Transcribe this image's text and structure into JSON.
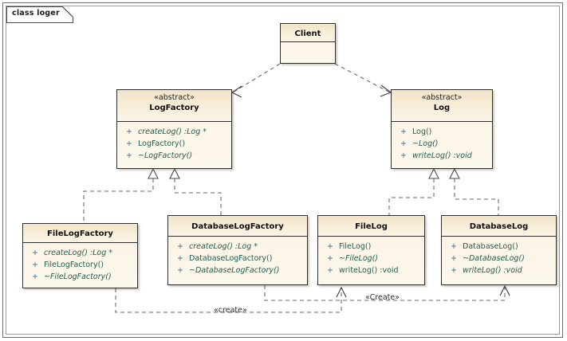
{
  "frame": {
    "label": "class loger"
  },
  "palette": {
    "box_fill_top": "#fbf2e2",
    "box_fill_bottom": "#fdf8ed",
    "header_fill": "#f2e3c8",
    "border": "#2f2f2f",
    "method_text": "#1e5f52",
    "visibility_text": "#3e6f86",
    "connector": "#6a6a6a",
    "canvas": "#ffffff"
  },
  "classes": [
    {
      "id": "client",
      "name": "Client",
      "stereotype": "",
      "members": []
    },
    {
      "id": "logfactory",
      "name": "LogFactory",
      "stereotype": "«abstract»",
      "members": [
        {
          "visibility": "+",
          "signature": "createLog() :Log *",
          "abstract": true
        },
        {
          "visibility": "+",
          "signature": "LogFactory()",
          "abstract": false
        },
        {
          "visibility": "+",
          "signature": "~LogFactory()",
          "abstract": true
        }
      ]
    },
    {
      "id": "log",
      "name": "Log",
      "stereotype": "«abstract»",
      "members": [
        {
          "visibility": "+",
          "signature": "Log()",
          "abstract": false
        },
        {
          "visibility": "+",
          "signature": "~Log()",
          "abstract": true
        },
        {
          "visibility": "+",
          "signature": "writeLog() :void",
          "abstract": true
        }
      ]
    },
    {
      "id": "filelogfactory",
      "name": "FileLogFactory",
      "stereotype": "",
      "members": [
        {
          "visibility": "+",
          "signature": "createLog() :Log *",
          "abstract": true
        },
        {
          "visibility": "+",
          "signature": "FileLogFactory()",
          "abstract": false
        },
        {
          "visibility": "+",
          "signature": "~FileLogFactory()",
          "abstract": true
        }
      ]
    },
    {
      "id": "databaselogfactory",
      "name": "DatabaseLogFactory",
      "stereotype": "",
      "members": [
        {
          "visibility": "+",
          "signature": "createLog() :Log *",
          "abstract": true
        },
        {
          "visibility": "+",
          "signature": "DatabaseLogFactory()",
          "abstract": false
        },
        {
          "visibility": "+",
          "signature": "~DatabaseLogFactory()",
          "abstract": true
        }
      ]
    },
    {
      "id": "filelog",
      "name": "FileLog",
      "stereotype": "",
      "members": [
        {
          "visibility": "+",
          "signature": "FileLog()",
          "abstract": false
        },
        {
          "visibility": "+",
          "signature": "~FileLog()",
          "abstract": true
        },
        {
          "visibility": "+",
          "signature": "writeLog() :void",
          "abstract": false
        }
      ]
    },
    {
      "id": "databaselog",
      "name": "DatabaseLog",
      "stereotype": "",
      "members": [
        {
          "visibility": "+",
          "signature": "DatabaseLog()",
          "abstract": false
        },
        {
          "visibility": "+",
          "signature": "~DatabaseLog()",
          "abstract": true
        },
        {
          "visibility": "+",
          "signature": "writeLog() :void",
          "abstract": true
        }
      ]
    }
  ],
  "relationships": [
    {
      "id": "client-logfactory",
      "from": "Client",
      "to": "LogFactory",
      "type": "dependency",
      "label": ""
    },
    {
      "id": "client-log",
      "from": "Client",
      "to": "Log",
      "type": "dependency",
      "label": ""
    },
    {
      "id": "filelogfactory-logfactory",
      "from": "FileLogFactory",
      "to": "LogFactory",
      "type": "realization",
      "label": ""
    },
    {
      "id": "databaselogfactory-logfactory",
      "from": "DatabaseLogFactory",
      "to": "LogFactory",
      "type": "realization",
      "label": ""
    },
    {
      "id": "filelog-log",
      "from": "FileLog",
      "to": "Log",
      "type": "realization",
      "label": ""
    },
    {
      "id": "databaselog-log",
      "from": "DatabaseLog",
      "to": "Log",
      "type": "realization",
      "label": ""
    },
    {
      "id": "filelogfactory-filelog",
      "from": "FileLogFactory",
      "to": "FileLog",
      "type": "dependency",
      "label": "«create»"
    },
    {
      "id": "databaselogfactory-databaselog",
      "from": "DatabaseLogFactory",
      "to": "DatabaseLog",
      "type": "dependency",
      "label": "«Create»"
    }
  ],
  "edge_labels": {
    "create_lower": "«create»",
    "create_upper": "«Create»"
  }
}
